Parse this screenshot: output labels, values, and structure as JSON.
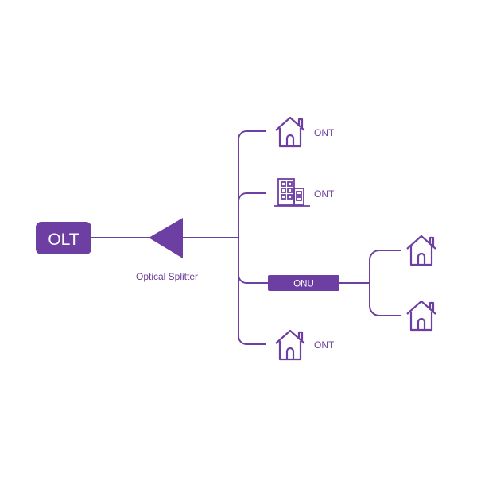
{
  "colors": {
    "accent": "#6e3fa3",
    "label": "#6a3d9a",
    "background": "#ffffff"
  },
  "nodes": {
    "olt": {
      "label": "OLT"
    },
    "splitter": {
      "label": "Optical Splitter",
      "icon": "triangle-splitter-icon"
    },
    "onu": {
      "label": "ONU"
    },
    "ont_top": {
      "label": "ONT",
      "icon": "house-icon"
    },
    "ont_building": {
      "label": "ONT",
      "icon": "building-icon"
    },
    "ont_bottom": {
      "label": "ONT",
      "icon": "house-icon"
    },
    "onu_homes": [
      {
        "icon": "house-icon"
      },
      {
        "icon": "house-icon"
      }
    ]
  }
}
